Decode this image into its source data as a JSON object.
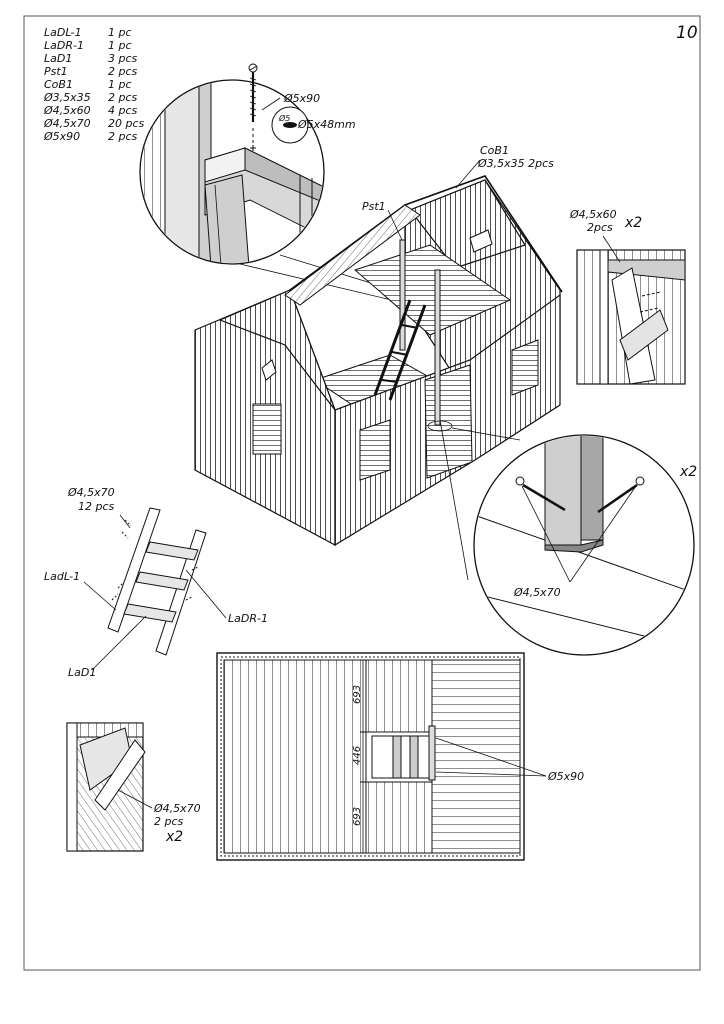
{
  "page": {
    "number": "10"
  },
  "parts_list": [
    {
      "code": "LaDL-1",
      "qty": "1 pc"
    },
    {
      "code": "LaDR-1",
      "qty": "1 pc"
    },
    {
      "code": "LaD1",
      "qty": "3 pcs"
    },
    {
      "code": "Pst1",
      "qty": "2 pcs"
    },
    {
      "code": "CoB1",
      "qty": "1 pc"
    },
    {
      "code": "Ø3,5x35",
      "qty": "2 pcs"
    },
    {
      "code": "Ø4,5x60",
      "qty": "4 pcs"
    },
    {
      "code": "Ø4,5x70",
      "qty": "20 pcs"
    },
    {
      "code": "Ø5x90",
      "qty": "2 pcs"
    }
  ],
  "detail_top": {
    "screw_label": "Ø5x90",
    "drill_label": "Ø5x48mm",
    "drill_small": "Ø5"
  },
  "house": {
    "cob_label": "CoB1",
    "cob_screw": "Ø3,5x35  2pcs",
    "post_label": "Pst1"
  },
  "detail_right_top": {
    "screw": "Ø4,5x60",
    "count": "2pcs",
    "mult": "x2"
  },
  "detail_circle_right": {
    "mult": "x2",
    "screw": "Ø4,5x70"
  },
  "ladder": {
    "screw": "Ø4,5x70",
    "count": "12 pcs",
    "left_rail": "LadL-1",
    "right_rail": "LaDR-1",
    "rung": "LaD1"
  },
  "detail_bottom_left": {
    "screw": "Ø4,5x70",
    "count": "2 pcs",
    "mult": "x2"
  },
  "plan": {
    "dim_top": "693",
    "dim_mid": "446",
    "dim_bottom": "693",
    "screw": "Ø5x90"
  }
}
